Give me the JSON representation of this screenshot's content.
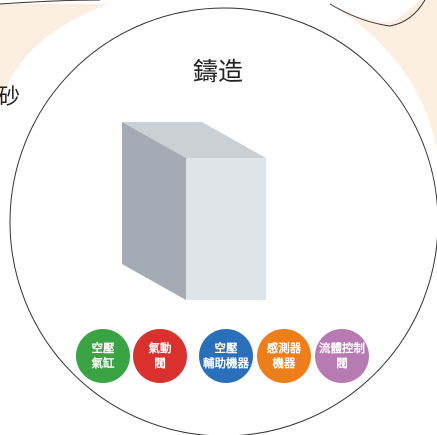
{
  "diagram": {
    "title": "鑄造",
    "neighbor_fragment": "砂",
    "colors": {
      "peach_fill": "#fdeee2",
      "outline": "#333333",
      "cube_front": "#a3acb5",
      "cube_top": "#c9d0d6",
      "cube_side": "#dde4ea"
    },
    "badges": [
      {
        "lines": [
          "空壓",
          "氣缸"
        ],
        "color": "#3aa344"
      },
      {
        "lines": [
          "氣動",
          "閥"
        ],
        "color": "#d8312e"
      },
      {
        "lines": [
          "空壓",
          "輔助機器"
        ],
        "color": "#2a6fba"
      },
      {
        "lines": [
          "感測器",
          "機器"
        ],
        "color": "#ee7e1a"
      },
      {
        "lines": [
          "流體控制",
          "閥"
        ],
        "color": "#b87ab2"
      }
    ]
  }
}
